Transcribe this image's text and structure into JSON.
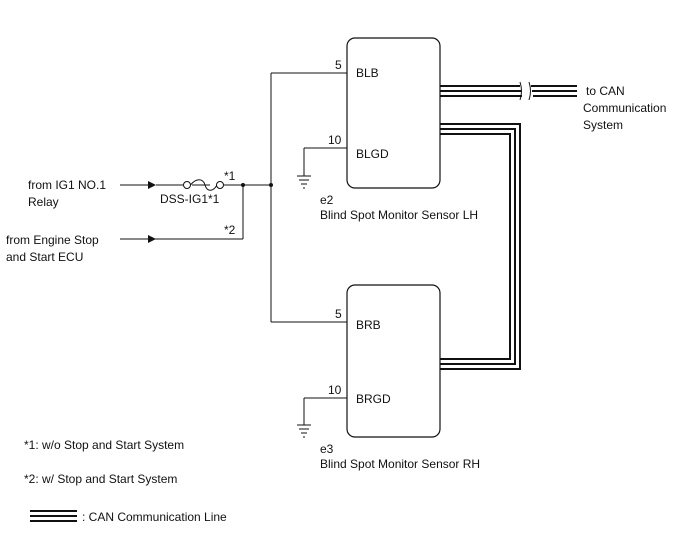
{
  "sources": {
    "ig1_line1": "from IG1 NO.1",
    "ig1_line2": "Relay",
    "ecu_line1": "from Engine Stop",
    "ecu_line2": "and Start ECU"
  },
  "fuse": {
    "name": "DSS-IG1*1"
  },
  "markers": {
    "star1": "*1",
    "star2": "*2"
  },
  "sensor_lh": {
    "code": "e2",
    "name": "Blind Spot Monitor Sensor LH",
    "pins": [
      {
        "num": "5",
        "label": "BLB"
      },
      {
        "num": "10",
        "label": "BLGD"
      }
    ]
  },
  "sensor_rh": {
    "code": "e3",
    "name": "Blind Spot Monitor Sensor RH",
    "pins": [
      {
        "num": "5",
        "label": "BRB"
      },
      {
        "num": "10",
        "label": "BRGD"
      }
    ]
  },
  "can_destination": {
    "line1": "to CAN",
    "line2": "Communication",
    "line3": "System"
  },
  "notes": {
    "note1": "*1: w/o Stop and Start System",
    "note2": "*2: w/ Stop and Start System"
  },
  "legend": {
    "can_line": ": CAN Communication Line"
  },
  "colors": {
    "line": "#111111",
    "background": "#ffffff"
  }
}
